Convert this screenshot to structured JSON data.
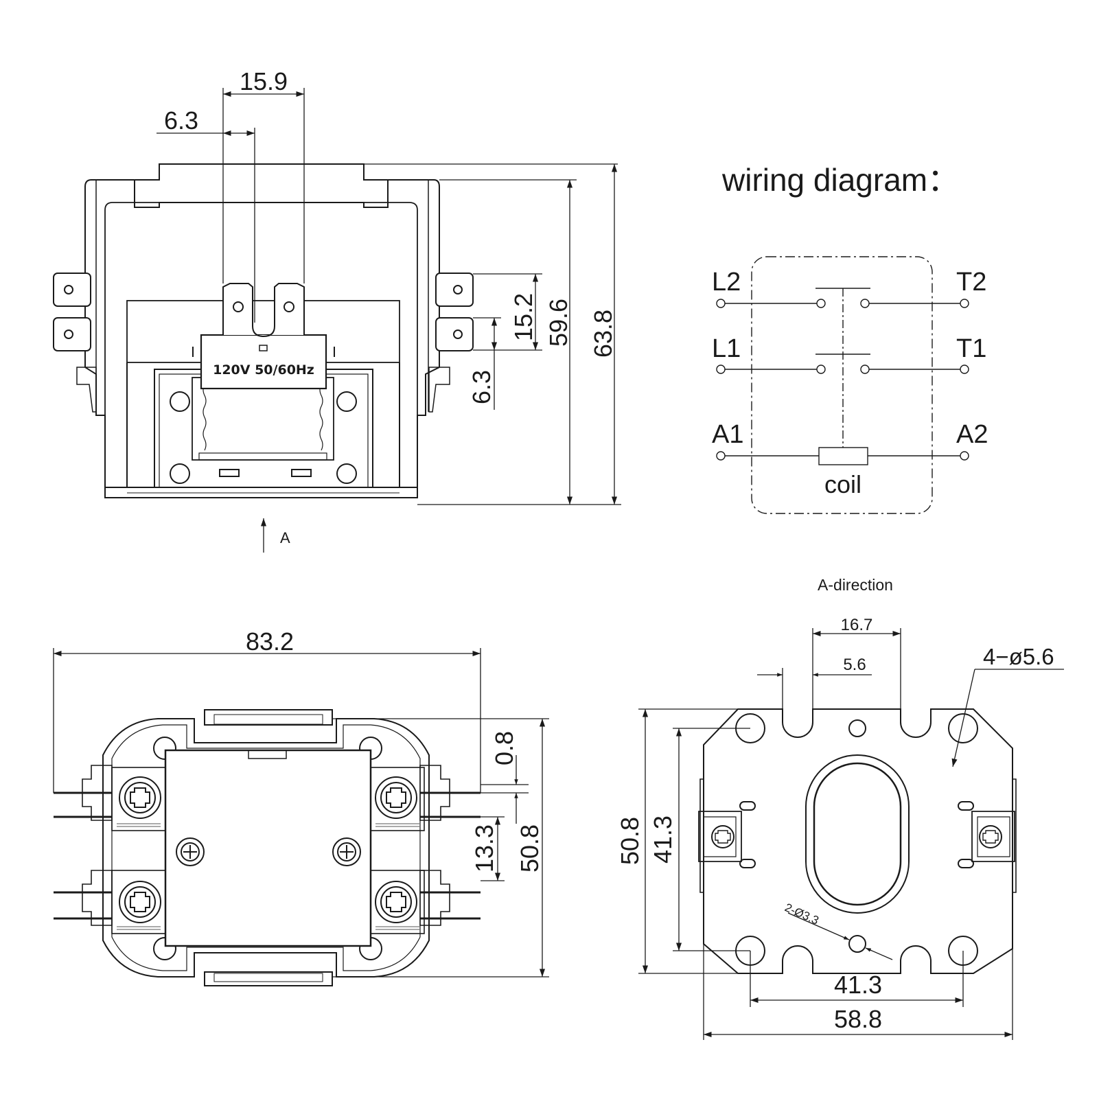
{
  "front_view": {
    "dims": {
      "d15_9": "15.9",
      "d6_3_top": "6.3",
      "d15_2": "15.2",
      "d59_6": "59.6",
      "d63_8": "63.8",
      "d6_3_side": "6.3"
    },
    "coil_label": "120V 50/60Hz",
    "arrow_label": "A"
  },
  "wiring": {
    "title": "wiring diagram：",
    "terminals": {
      "L2": "L2",
      "T2": "T2",
      "L1": "L1",
      "T1": "T1",
      "A1": "A1",
      "A2": "A2"
    },
    "coil_label": "coil"
  },
  "top_view": {
    "dims": {
      "d83_2": "83.2",
      "d0_8": "0.8",
      "d13_3": "13.3",
      "d50_8": "50.8"
    }
  },
  "a_direction": {
    "title": "A-direction",
    "dims": {
      "d16_7": "16.7",
      "d5_6": "5.6",
      "holes4": "4−ø5.6",
      "d50_8": "50.8",
      "d41_3_v": "41.3",
      "d41_3_h": "41.3",
      "d58_8": "58.8",
      "holes2": "2-Ø3.3"
    }
  }
}
